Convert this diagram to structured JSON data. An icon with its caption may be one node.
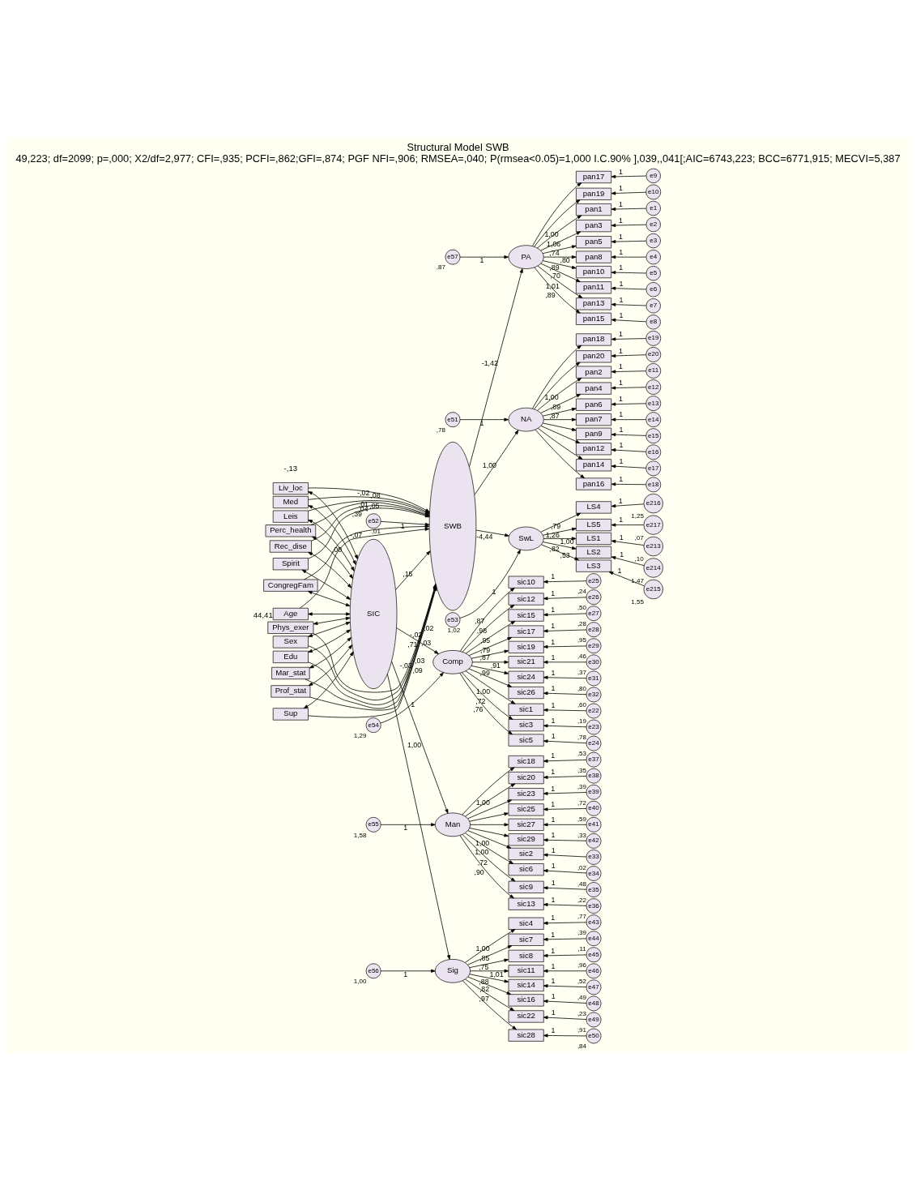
{
  "diagram": {
    "title": "Structural Model SWB",
    "caption": "49,223; df=2099; p=,000; X2/df=2,977; CFI=,935; PCFI=,862;GFI=,874; PGF NFI=,906; RMSEA=,040; P(rmsea<0.05)=1,000 I.C.90% ],039,,041[;AIC=6743,223; BCC=6771,915; MECVI=5,387",
    "nodes": [
      {
        "text": [
          "Age"
        ],
        "beside": [
          "44,41"
        ]
      },
      {
        "text": [
          "Phys_exer"
        ]
      },
      {
        "text": [
          "Sex"
        ]
      },
      {
        "text": [
          "Edu"
        ]
      },
      {
        "text": [
          "Mar_stat"
        ]
      },
      {
        "text": [
          "Prof_stat"
        ]
      },
      {
        "text": [
          "Sup"
        ]
      },
      {
        "text": [
          "Liv_loc"
        ]
      },
      {
        "text": [
          "Med"
        ]
      },
      {
        "text": [
          "Leis"
        ]
      },
      {
        "text": [
          "Perc_health"
        ]
      },
      {
        "text": [
          "Rec_dise"
        ]
      },
      {
        "text": [
          "Spirit"
        ]
      },
      {
        "text": [
          "CongregFam"
        ]
      },
      {
        "text": [
          "PA"
        ]
      },
      {
        "text": [
          "e57"
        ],
        "beside": [
          ",87"
        ]
      },
      {
        "text": [
          "pan1"
        ]
      },
      {
        "text": [
          "pan3"
        ]
      },
      {
        "text": [
          "pan5"
        ]
      },
      {
        "text": [
          "pan8"
        ]
      },
      {
        "text": [
          "pan10"
        ]
      },
      {
        "text": [
          "pan11"
        ]
      },
      {
        "text": [
          "pan13"
        ]
      },
      {
        "text": [
          "pan15"
        ]
      },
      {
        "text": [
          "pan17"
        ]
      },
      {
        "text": [
          "pan19"
        ]
      },
      {
        "text": [
          "e1"
        ]
      },
      {
        "text": [
          "e2"
        ]
      },
      {
        "text": [
          "e3"
        ]
      },
      {
        "text": [
          "e4"
        ]
      },
      {
        "text": [
          "e5"
        ]
      },
      {
        "text": [
          "e6"
        ]
      },
      {
        "text": [
          "e7"
        ]
      },
      {
        "text": [
          "e8"
        ]
      },
      {
        "text": [
          "e9"
        ]
      },
      {
        "text": [
          "e10"
        ]
      },
      {
        "text": [
          "SWB"
        ]
      },
      {
        "text": [
          "e52"
        ],
        "beside": [
          ",01"
        ]
      },
      {
        "text": [
          "NA"
        ]
      },
      {
        "text": [
          "e51"
        ],
        "beside": [
          ",78"
        ]
      },
      {
        "text": [
          "pan2"
        ]
      },
      {
        "text": [
          "pan4"
        ]
      },
      {
        "text": [
          "pan6"
        ]
      },
      {
        "text": [
          "pan7"
        ]
      },
      {
        "text": [
          "pan9"
        ]
      },
      {
        "text": [
          "pan12"
        ]
      },
      {
        "text": [
          "pan14"
        ]
      },
      {
        "text": [
          "pan16"
        ]
      },
      {
        "text": [
          "pan18"
        ]
      },
      {
        "text": [
          "pan20"
        ]
      },
      {
        "text": [
          "e11"
        ]
      },
      {
        "text": [
          "e12"
        ]
      },
      {
        "text": [
          "e13"
        ]
      },
      {
        "text": [
          "e14"
        ]
      },
      {
        "text": [
          "e15"
        ]
      },
      {
        "text": [
          "e16"
        ]
      },
      {
        "text": [
          "e17"
        ]
      },
      {
        "text": [
          "e18"
        ]
      },
      {
        "text": [
          "e19"
        ]
      },
      {
        "text": [
          "e20"
        ]
      },
      {
        "text": [
          "SIC"
        ]
      },
      {
        "text": [
          "Comp"
        ]
      },
      {
        "text": [
          "e54"
        ],
        "beside": [
          "1,29"
        ]
      },
      {
        "text": [
          "sic1"
        ]
      },
      {
        "text": [
          "sic3"
        ]
      },
      {
        "text": [
          "sic5"
        ]
      },
      {
        "text": [
          "sic10"
        ]
      },
      {
        "text": [
          "sic12"
        ]
      },
      {
        "text": [
          "sic15"
        ]
      },
      {
        "text": [
          "sic17"
        ]
      },
      {
        "text": [
          "sic19"
        ]
      },
      {
        "text": [
          "sic21"
        ]
      },
      {
        "text": [
          "sic24"
        ]
      },
      {
        "text": [
          "sic26"
        ]
      },
      {
        "text": [
          "e22"
        ],
        "beside": [
          ",19"
        ]
      },
      {
        "text": [
          "e23"
        ],
        "beside": [
          ",78"
        ]
      },
      {
        "text": [
          "e24"
        ],
        "beside": [
          ",53"
        ]
      },
      {
        "text": [
          "e25"
        ],
        "beside": [
          ",24"
        ]
      },
      {
        "text": [
          "e26"
        ],
        "beside": [
          ",50"
        ]
      },
      {
        "text": [
          "e27"
        ],
        "beside": [
          ",28"
        ]
      },
      {
        "text": [
          "e28"
        ],
        "beside": [
          ",95"
        ]
      },
      {
        "text": [
          "e29"
        ],
        "beside": [
          ",46"
        ]
      },
      {
        "text": [
          "e30"
        ],
        "beside": [
          ",37"
        ]
      },
      {
        "text": [
          "e31"
        ],
        "beside": [
          ",80"
        ]
      },
      {
        "text": [
          "e32"
        ],
        "beside": [
          ",60"
        ]
      },
      {
        "text": [
          "SwL"
        ]
      },
      {
        "text": [
          "e53"
        ],
        "beside": [
          "1,02"
        ]
      },
      {
        "text": [
          "LS1"
        ]
      },
      {
        "text": [
          "LS2"
        ]
      },
      {
        "text": [
          "LS3"
        ]
      },
      {
        "text": [
          "LS4"
        ]
      },
      {
        "text": [
          "LS5"
        ]
      },
      {
        "text": [
          "e213"
        ],
        "beside": [
          ",10"
        ]
      },
      {
        "text": [
          "e214"
        ],
        "beside": [
          "1,47"
        ]
      },
      {
        "text": [
          "e215"
        ],
        "beside": [
          "1,55"
        ]
      },
      {
        "text": [
          "e216"
        ],
        "beside": [
          "1,25"
        ]
      },
      {
        "text": [
          "e217"
        ],
        "beside": [
          ",07"
        ]
      },
      {
        "text": [
          "Man"
        ]
      },
      {
        "text": [
          "e55"
        ],
        "beside": [
          "1,58"
        ]
      },
      {
        "text": [
          "sic2"
        ]
      },
      {
        "text": [
          "sic6"
        ]
      },
      {
        "text": [
          "sic9"
        ]
      },
      {
        "text": [
          "sic13"
        ]
      },
      {
        "text": [
          "sic18"
        ]
      },
      {
        "text": [
          "sic20"
        ]
      },
      {
        "text": [
          "sic23"
        ]
      },
      {
        "text": [
          "sic25"
        ]
      },
      {
        "text": [
          "sic27"
        ]
      },
      {
        "text": [
          "sic29"
        ]
      },
      {
        "text": [
          "e33"
        ],
        "beside": [
          ",02"
        ]
      },
      {
        "text": [
          "e34"
        ],
        "beside": [
          ",48"
        ]
      },
      {
        "text": [
          "e35"
        ],
        "beside": [
          ",22"
        ]
      },
      {
        "text": [
          "e36"
        ],
        "beside": [
          ",77"
        ]
      },
      {
        "text": [
          "e37"
        ],
        "beside": [
          ",35"
        ]
      },
      {
        "text": [
          "e38"
        ],
        "beside": [
          ",39"
        ]
      },
      {
        "text": [
          "e39"
        ],
        "beside": [
          ",72"
        ]
      },
      {
        "text": [
          "e40"
        ],
        "beside": [
          ",59"
        ]
      },
      {
        "text": [
          "e41"
        ],
        "beside": [
          ",33"
        ]
      },
      {
        "text": [
          "e42"
        ]
      },
      {
        "text": [
          "Sig"
        ]
      },
      {
        "text": [
          "e56"
        ],
        "beside": [
          "1,00"
        ]
      },
      {
        "text": [
          "sic4"
        ]
      },
      {
        "text": [
          "sic7"
        ]
      },
      {
        "text": [
          "sic8"
        ]
      },
      {
        "text": [
          "sic11"
        ]
      },
      {
        "text": [
          "sic14"
        ]
      },
      {
        "text": [
          "sic16"
        ]
      },
      {
        "text": [
          "sic22"
        ]
      },
      {
        "text": [
          "sic28"
        ]
      },
      {
        "text": [
          "e43"
        ],
        "beside": [
          ",39"
        ]
      },
      {
        "text": [
          "e44"
        ],
        "beside": [
          ",11"
        ]
      },
      {
        "text": [
          "e45"
        ],
        "beside": [
          ",96"
        ]
      },
      {
        "text": [
          "e46"
        ],
        "beside": [
          ",52"
        ]
      },
      {
        "text": [
          "e47"
        ],
        "beside": [
          ",49"
        ]
      },
      {
        "text": [
          "e48"
        ],
        "beside": [
          ",23"
        ]
      },
      {
        "text": [
          "e49"
        ],
        "beside": [
          ",91"
        ]
      },
      {
        "text": [
          "e50"
        ],
        "beside": [
          ",84"
        ]
      }
    ],
    "edges": [
      {
        "from": 0,
        "to": 60,
        "arrow": "both"
      },
      {
        "from": 1,
        "to": 60,
        "arrow": "both"
      },
      {
        "from": 2,
        "to": 60,
        "arrow": "both"
      },
      {
        "from": 3,
        "to": 60,
        "arrow": "both"
      },
      {
        "from": 4,
        "to": 60,
        "arrow": "both"
      },
      {
        "from": 5,
        "to": 60,
        "arrow": "both"
      },
      {
        "from": 6,
        "to": 60,
        "arrow": "both"
      },
      {
        "from": 7,
        "to": 60,
        "arrow": "both"
      },
      {
        "from": 8,
        "to": 60,
        "arrow": "both"
      },
      {
        "from": 9,
        "to": 60,
        "arrow": "both"
      },
      {
        "from": 10,
        "to": 60,
        "arrow": "both"
      },
      {
        "from": 11,
        "to": 60,
        "arrow": "both"
      },
      {
        "from": 12,
        "to": 60,
        "arrow": "both"
      },
      {
        "from": 13,
        "to": 60,
        "arrow": "both"
      },
      {
        "from": 0,
        "to": 36,
        "arrow": "to",
        "label": ",00"
      },
      {
        "from": 1,
        "to": 36,
        "arrow": "to",
        "label": ",02"
      },
      {
        "from": 2,
        "to": 36,
        "arrow": "to",
        "label": "-,02"
      },
      {
        "from": 3,
        "to": 36,
        "arrow": "to",
        "label": ",03"
      },
      {
        "from": 4,
        "to": 36,
        "arrow": "to",
        "label": "-,03"
      },
      {
        "from": 5,
        "to": 36,
        "arrow": "to",
        "label": "-,03"
      },
      {
        "from": 6,
        "to": 36,
        "arrow": "to",
        "label": ",09"
      },
      {
        "from": 7,
        "to": 36,
        "arrow": "to",
        "label": ",08"
      },
      {
        "from": 8,
        "to": 36,
        "arrow": "to",
        "label": "-,02"
      },
      {
        "from": 9,
        "to": 36,
        "arrow": "to",
        "label": ",01"
      },
      {
        "from": 10,
        "to": 36,
        "arrow": "to",
        "label": ",05"
      },
      {
        "from": 11,
        "to": 36,
        "arrow": "to",
        "label": ",04"
      },
      {
        "from": 12,
        "to": 36,
        "arrow": "to",
        "label": ",39"
      },
      {
        "from": 13,
        "to": 36,
        "arrow": "to",
        "label": "-,07"
      },
      {
        "from": 60,
        "to": 36,
        "arrow": "to",
        "label": ",15"
      },
      {
        "from": 36,
        "to": 14,
        "arrow": "to",
        "label": "-1,42"
      },
      {
        "from": 36,
        "to": 38,
        "arrow": "to",
        "label": "1,00"
      },
      {
        "from": 36,
        "to": 85,
        "arrow": "to",
        "label": "-4,44"
      },
      {
        "from": 60,
        "to": 61,
        "arrow": "to",
        "label": ",71"
      },
      {
        "from": 60,
        "to": 97,
        "arrow": "to",
        "label": "1,00"
      },
      {
        "from": 60,
        "to": 119,
        "arrow": "to"
      },
      {
        "from": 15,
        "to": 14,
        "arrow": "to",
        "label": "1"
      },
      {
        "from": 37,
        "to": 36,
        "arrow": "to",
        "label": "1"
      },
      {
        "from": 39,
        "to": 38,
        "arrow": "to",
        "label": "1"
      },
      {
        "from": 62,
        "to": 61,
        "arrow": "to",
        "label": "1"
      },
      {
        "from": 86,
        "to": 85,
        "arrow": "to",
        "label": "1"
      },
      {
        "from": 98,
        "to": 97,
        "arrow": "to",
        "label": "1"
      },
      {
        "from": 120,
        "to": 119,
        "arrow": "to",
        "label": "1"
      },
      {
        "from": 14,
        "to": 16,
        "arrow": "to",
        "label": "1,00"
      },
      {
        "from": 14,
        "to": 17,
        "arrow": "to",
        "label": "1,06"
      },
      {
        "from": 14,
        "to": 18,
        "arrow": "to",
        "label": ",74"
      },
      {
        "from": 14,
        "to": 19,
        "arrow": "to",
        "label": ",80"
      },
      {
        "from": 14,
        "to": 20,
        "arrow": "to",
        "label": ",89"
      },
      {
        "from": 14,
        "to": 21,
        "arrow": "to",
        "label": ",70"
      },
      {
        "from": 14,
        "to": 22,
        "arrow": "to",
        "label": "1,01"
      },
      {
        "from": 14,
        "to": 23,
        "arrow": "to",
        "label": ",89"
      },
      {
        "from": 14,
        "to": 24,
        "arrow": "to"
      },
      {
        "from": 14,
        "to": 25,
        "arrow": "to"
      },
      {
        "from": 26,
        "to": 16,
        "arrow": "to",
        "label": "1"
      },
      {
        "from": 27,
        "to": 17,
        "arrow": "to",
        "label": "1"
      },
      {
        "from": 28,
        "to": 18,
        "arrow": "to",
        "label": "1"
      },
      {
        "from": 29,
        "to": 19,
        "arrow": "to",
        "label": "1"
      },
      {
        "from": 30,
        "to": 20,
        "arrow": "to",
        "label": "1"
      },
      {
        "from": 31,
        "to": 21,
        "arrow": "to",
        "label": "1"
      },
      {
        "from": 32,
        "to": 22,
        "arrow": "to",
        "label": "1"
      },
      {
        "from": 33,
        "to": 23,
        "arrow": "to",
        "label": "1"
      },
      {
        "from": 34,
        "to": 24,
        "arrow": "to",
        "label": "1"
      },
      {
        "from": 35,
        "to": 25,
        "arrow": "to",
        "label": "1"
      },
      {
        "from": 38,
        "to": 40,
        "arrow": "to",
        "label": "1,00"
      },
      {
        "from": 38,
        "to": 41,
        "arrow": "to",
        "label": ",89"
      },
      {
        "from": 38,
        "to": 42,
        "arrow": "to",
        "label": ",87"
      },
      {
        "from": 38,
        "to": 43,
        "arrow": "to"
      },
      {
        "from": 38,
        "to": 44,
        "arrow": "to"
      },
      {
        "from": 38,
        "to": 45,
        "arrow": "to"
      },
      {
        "from": 38,
        "to": 46,
        "arrow": "to"
      },
      {
        "from": 38,
        "to": 47,
        "arrow": "to"
      },
      {
        "from": 38,
        "to": 48,
        "arrow": "to"
      },
      {
        "from": 38,
        "to": 49,
        "arrow": "to"
      },
      {
        "from": 50,
        "to": 40,
        "arrow": "to",
        "label": "1"
      },
      {
        "from": 51,
        "to": 41,
        "arrow": "to",
        "label": "1"
      },
      {
        "from": 52,
        "to": 42,
        "arrow": "to",
        "label": "1"
      },
      {
        "from": 53,
        "to": 43,
        "arrow": "to",
        "label": "1"
      },
      {
        "from": 54,
        "to": 44,
        "arrow": "to",
        "label": "1"
      },
      {
        "from": 55,
        "to": 45,
        "arrow": "to",
        "label": "1"
      },
      {
        "from": 56,
        "to": 46,
        "arrow": "to",
        "label": "1"
      },
      {
        "from": 57,
        "to": 47,
        "arrow": "to",
        "label": "1"
      },
      {
        "from": 58,
        "to": 48,
        "arrow": "to",
        "label": "1"
      },
      {
        "from": 59,
        "to": 49,
        "arrow": "to",
        "label": "1"
      },
      {
        "from": 61,
        "to": 63,
        "arrow": "to",
        "label": "1,00"
      },
      {
        "from": 61,
        "to": 64,
        "arrow": "to",
        "label": ",72"
      },
      {
        "from": 61,
        "to": 65,
        "arrow": "to",
        "label": ",76"
      },
      {
        "from": 61,
        "to": 66,
        "arrow": "to",
        "label": ",87"
      },
      {
        "from": 61,
        "to": 67,
        "arrow": "to",
        "label": ",98"
      },
      {
        "from": 61,
        "to": 68,
        "arrow": "to",
        "label": ",95"
      },
      {
        "from": 61,
        "to": 69,
        "arrow": "to",
        "label": ",79"
      },
      {
        "from": 61,
        "to": 70,
        "arrow": "to",
        "label": ",87"
      },
      {
        "from": 61,
        "to": 71,
        "arrow": "to",
        "label": ",91"
      },
      {
        "from": 61,
        "to": 72,
        "arrow": "to",
        "label": ",99"
      },
      {
        "from": 61,
        "to": 73,
        "arrow": "to"
      },
      {
        "from": 74,
        "to": 63,
        "arrow": "to",
        "label": "1"
      },
      {
        "from": 75,
        "to": 64,
        "arrow": "to",
        "label": "1"
      },
      {
        "from": 76,
        "to": 65,
        "arrow": "to",
        "label": "1"
      },
      {
        "from": 77,
        "to": 66,
        "arrow": "to",
        "label": "1"
      },
      {
        "from": 78,
        "to": 67,
        "arrow": "to",
        "label": "1"
      },
      {
        "from": 79,
        "to": 68,
        "arrow": "to",
        "label": "1"
      },
      {
        "from": 80,
        "to": 69,
        "arrow": "to",
        "label": "1"
      },
      {
        "from": 81,
        "to": 70,
        "arrow": "to",
        "label": "1"
      },
      {
        "from": 82,
        "to": 71,
        "arrow": "to",
        "label": "1"
      },
      {
        "from": 83,
        "to": 72,
        "arrow": "to",
        "label": "1"
      },
      {
        "from": 84,
        "to": 73,
        "arrow": "to",
        "label": "1"
      },
      {
        "from": 85,
        "to": 87,
        "arrow": "to",
        "label": "1,00"
      },
      {
        "from": 85,
        "to": 88,
        "arrow": "to",
        "label": ",82"
      },
      {
        "from": 85,
        "to": 89,
        "arrow": "to",
        "label": ",53"
      },
      {
        "from": 85,
        "to": 90,
        "arrow": "to",
        "label": ",79"
      },
      {
        "from": 85,
        "to": 91,
        "arrow": "to",
        "label": "1,26"
      },
      {
        "from": 92,
        "to": 87,
        "arrow": "to",
        "label": "1"
      },
      {
        "from": 93,
        "to": 88,
        "arrow": "to",
        "label": "1"
      },
      {
        "from": 94,
        "to": 89,
        "arrow": "to",
        "label": "1"
      },
      {
        "from": 95,
        "to": 90,
        "arrow": "to",
        "label": "1"
      },
      {
        "from": 96,
        "to": 91,
        "arrow": "to",
        "label": "1"
      },
      {
        "from": 97,
        "to": 99,
        "arrow": "to",
        "label": "1,00"
      },
      {
        "from": 97,
        "to": 100,
        "arrow": "to",
        "label": "1,00"
      },
      {
        "from": 97,
        "to": 101,
        "arrow": "to",
        "label": ",72"
      },
      {
        "from": 97,
        "to": 102,
        "arrow": "to",
        "label": ",90"
      },
      {
        "from": 97,
        "to": 103,
        "arrow": "to"
      },
      {
        "from": 97,
        "to": 104,
        "arrow": "to",
        "label": "1,00"
      },
      {
        "from": 97,
        "to": 105,
        "arrow": "to"
      },
      {
        "from": 97,
        "to": 106,
        "arrow": "to"
      },
      {
        "from": 97,
        "to": 107,
        "arrow": "to"
      },
      {
        "from": 97,
        "to": 108,
        "arrow": "to"
      },
      {
        "from": 109,
        "to": 99,
        "arrow": "to",
        "label": "1"
      },
      {
        "from": 110,
        "to": 100,
        "arrow": "to",
        "label": "1"
      },
      {
        "from": 111,
        "to": 101,
        "arrow": "to",
        "label": "1"
      },
      {
        "from": 112,
        "to": 102,
        "arrow": "to",
        "label": "1"
      },
      {
        "from": 113,
        "to": 103,
        "arrow": "to",
        "label": "1"
      },
      {
        "from": 114,
        "to": 104,
        "arrow": "to",
        "label": "1"
      },
      {
        "from": 115,
        "to": 105,
        "arrow": "to",
        "label": "1"
      },
      {
        "from": 116,
        "to": 106,
        "arrow": "to",
        "label": "1"
      },
      {
        "from": 117,
        "to": 107,
        "arrow": "to",
        "label": "1"
      },
      {
        "from": 118,
        "to": 108,
        "arrow": "to",
        "label": "1"
      },
      {
        "from": 119,
        "to": 121,
        "arrow": "to",
        "label": "1,00"
      },
      {
        "from": 119,
        "to": 122,
        "arrow": "to",
        "label": ",85"
      },
      {
        "from": 119,
        "to": 123,
        "arrow": "to",
        "label": ",75"
      },
      {
        "from": 119,
        "to": 124,
        "arrow": "to",
        "label": "1,01"
      },
      {
        "from": 119,
        "to": 125,
        "arrow": "to",
        "label": ",88"
      },
      {
        "from": 119,
        "to": 126,
        "arrow": "to",
        "label": ",82"
      },
      {
        "from": 119,
        "to": 127,
        "arrow": "to",
        "label": ",97"
      },
      {
        "from": 119,
        "to": 128,
        "arrow": "to"
      },
      {
        "from": 129,
        "to": 121,
        "arrow": "to",
        "label": "1"
      },
      {
        "from": 130,
        "to": 122,
        "arrow": "to",
        "label": "1"
      },
      {
        "from": 131,
        "to": 123,
        "arrow": "to",
        "label": "1"
      },
      {
        "from": 132,
        "to": 124,
        "arrow": "to",
        "label": "1"
      },
      {
        "from": 133,
        "to": 125,
        "arrow": "to",
        "label": "1"
      },
      {
        "from": 134,
        "to": 126,
        "arrow": "to",
        "label": "1"
      },
      {
        "from": 135,
        "to": 127,
        "arrow": "to",
        "label": "1"
      },
      {
        "from": 136,
        "to": 128,
        "arrow": "to",
        "label": "1"
      }
    ],
    "labels": [
      "-,13"
    ]
  }
}
